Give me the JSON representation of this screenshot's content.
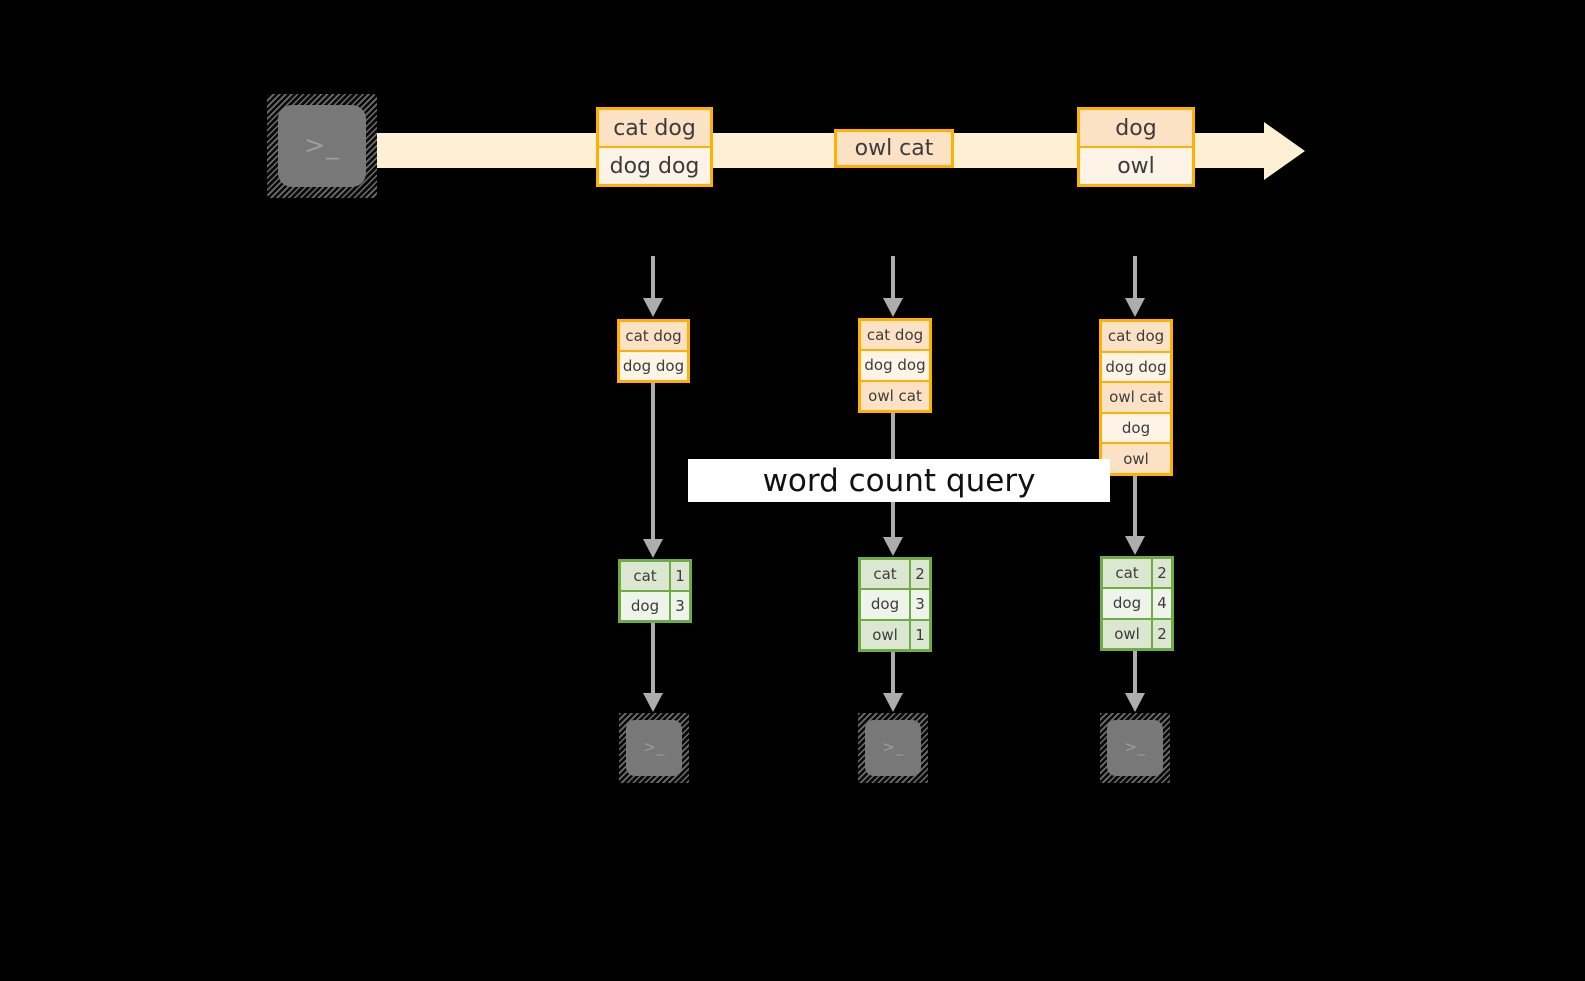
{
  "diagram": {
    "title": "word count query",
    "colors": {
      "background": "#000000",
      "stream_fill": "#FDF0D5",
      "record_border": "#FFB000",
      "record_fill_dark": "#FCE2C4",
      "record_fill_light": "#FDF3E6",
      "table_border": "#6FAB46",
      "table_fill_dark": "#DCE7D1",
      "table_fill_light": "#EFF4EB",
      "connector": "#ADADAD",
      "terminal_body": "#787878",
      "label_fill": "#FFFFFF",
      "text": "#3C3C3C"
    }
  },
  "source": {
    "icon": "terminal-icon",
    "prompt": ">_"
  },
  "stream": {
    "name": "input-stream-arrow",
    "records": [
      {
        "id": "record-1",
        "lines": [
          "cat dog",
          "dog dog"
        ]
      },
      {
        "id": "record-2",
        "lines": [
          "owl cat"
        ]
      },
      {
        "id": "record-3",
        "lines": [
          "dog",
          "owl"
        ]
      }
    ]
  },
  "snapshots": [
    {
      "id": "snapshot-1",
      "lines": [
        "cat dog",
        "dog dog"
      ],
      "counts": [
        {
          "word": "cat",
          "count": "1"
        },
        {
          "word": "dog",
          "count": "3"
        }
      ],
      "sink": {
        "icon": "terminal-icon",
        "prompt": ">_"
      }
    },
    {
      "id": "snapshot-2",
      "lines": [
        "cat dog",
        "dog dog",
        "owl cat"
      ],
      "counts": [
        {
          "word": "cat",
          "count": "2"
        },
        {
          "word": "dog",
          "count": "3"
        },
        {
          "word": "owl",
          "count": "1"
        }
      ],
      "sink": {
        "icon": "terminal-icon",
        "prompt": ">_"
      }
    },
    {
      "id": "snapshot-3",
      "lines": [
        "cat dog",
        "dog dog",
        "owl cat",
        "dog",
        "owl"
      ],
      "counts": [
        {
          "word": "cat",
          "count": "2"
        },
        {
          "word": "dog",
          "count": "4"
        },
        {
          "word": "owl",
          "count": "2"
        }
      ],
      "sink": {
        "icon": "terminal-icon",
        "prompt": ">_"
      }
    }
  ]
}
